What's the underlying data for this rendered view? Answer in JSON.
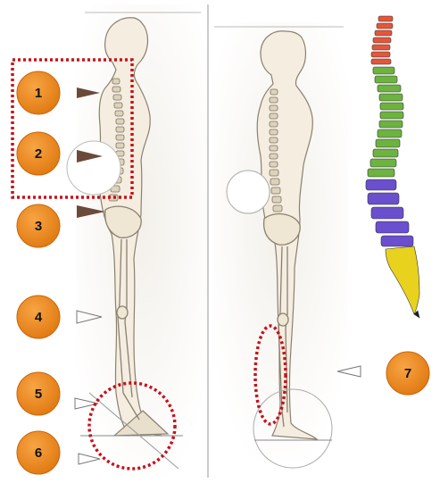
{
  "markers": [
    {
      "label": "1"
    },
    {
      "label": "2"
    },
    {
      "label": "3"
    },
    {
      "label": "4"
    },
    {
      "label": "5"
    },
    {
      "label": "6"
    },
    {
      "label": "7"
    }
  ],
  "colors": {
    "badge_fill": "#f08a1c",
    "badge_edge": "#c9650a",
    "highlight_dots": "#c8101a",
    "spine_cervical": "#e6553a",
    "spine_thoracic": "#6db33f",
    "spine_lumbar": "#6a4fcf",
    "spine_sacral": "#e8d21e",
    "bone": "#f2ead8",
    "outline": "#8a8070"
  }
}
